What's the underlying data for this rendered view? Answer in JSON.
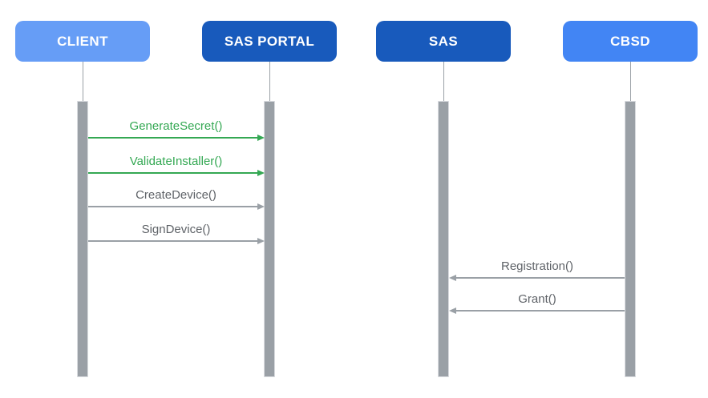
{
  "diagram": {
    "type": "sequence-diagram",
    "background": "#FFFFFF"
  },
  "actors": [
    {
      "name": "CLIENT",
      "color": "#669DF6"
    },
    {
      "name": "SAS PORTAL",
      "color": "#185ABC"
    },
    {
      "name": "SAS",
      "color": "#185ABC"
    },
    {
      "name": "CBSD",
      "color": "#4285F4"
    }
  ],
  "messages": [
    {
      "label": "GenerateSecret()",
      "from": "CLIENT",
      "to": "SAS PORTAL",
      "direction": "right",
      "color": "#34A853"
    },
    {
      "label": "ValidateInstaller()",
      "from": "CLIENT",
      "to": "SAS PORTAL",
      "direction": "right",
      "color": "#34A853"
    },
    {
      "label": "CreateDevice()",
      "from": "CLIENT",
      "to": "SAS PORTAL",
      "direction": "right",
      "color": "#9AA0A6"
    },
    {
      "label": "SignDevice()",
      "from": "CLIENT",
      "to": "SAS PORTAL",
      "direction": "right",
      "color": "#9AA0A6"
    },
    {
      "label": "Registration()",
      "from": "CBSD",
      "to": "SAS",
      "direction": "left",
      "color": "#9AA0A6"
    },
    {
      "label": "Grant()",
      "from": "CBSD",
      "to": "SAS",
      "direction": "left",
      "color": "#9AA0A6"
    }
  ],
  "colors": {
    "green_message": "#34A853",
    "gray_message_line": "#9AA0A6",
    "gray_message_text": "#5F6368",
    "activation_bar": "#9AA0A6",
    "lifeline": "#9AA0A6"
  }
}
